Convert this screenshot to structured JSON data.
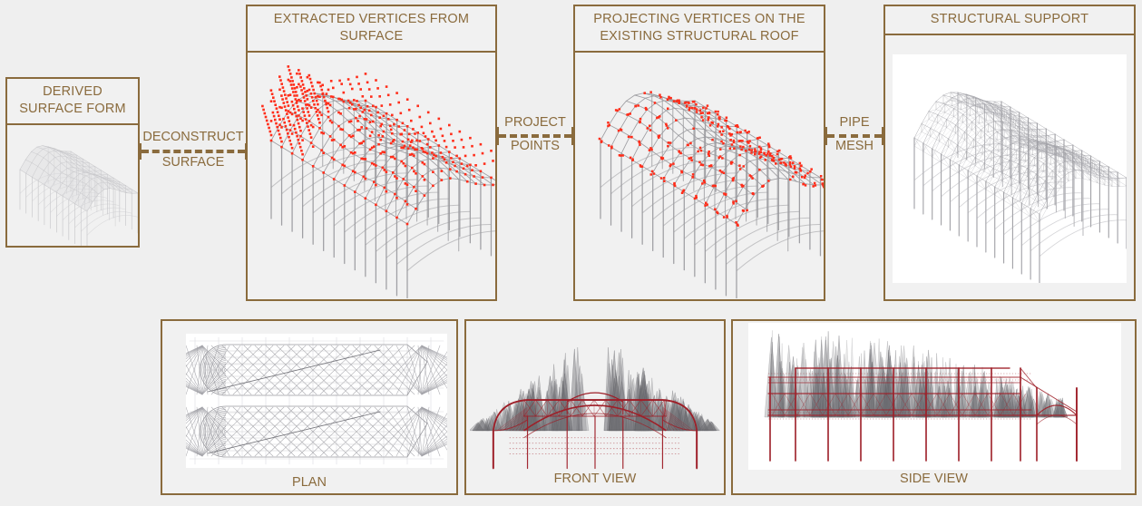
{
  "diagram": {
    "accent_color": "#8a6b3d",
    "background_color": "#efefef",
    "vertex_color": "#ff2d1a",
    "steel_color": "#9a9a9e",
    "crimson_color": "#9e1f28"
  },
  "panels": {
    "derived_surface": {
      "title": "DERIVED SURFACE FORM",
      "model": "3d-wireframe-roof-shell"
    },
    "extracted_vertices": {
      "title": "EXTRACTED VERTICES FROM SURFACE",
      "model": "3d-truss-with-red-vertex-grid"
    },
    "projecting_vertices": {
      "title": "PROJECTING VERTICES ON THE EXISTING STRUCTURAL ROOF",
      "model": "3d-truss-with-projected-red-points"
    },
    "structural_support": {
      "title": "STRUCTURAL SUPPORT",
      "model": "3d-space-frame-pipe-mesh"
    },
    "plan": {
      "caption": "PLAN",
      "model": "plan-diagrid-mesh"
    },
    "front_view": {
      "caption": "FRONT VIEW",
      "model": "front-elevation-arched-truss"
    },
    "side_view": {
      "caption": "SIDE VIEW",
      "model": "side-elevation-long-truss"
    }
  },
  "connectors": [
    {
      "id": "deconstruct",
      "line1": "DECONSTRUCT",
      "line2": "SURFACE"
    },
    {
      "id": "project",
      "line1": "PROJECT",
      "line2": "POINTS"
    },
    {
      "id": "pipe",
      "line1": "PIPE",
      "line2": "MESH"
    }
  ]
}
